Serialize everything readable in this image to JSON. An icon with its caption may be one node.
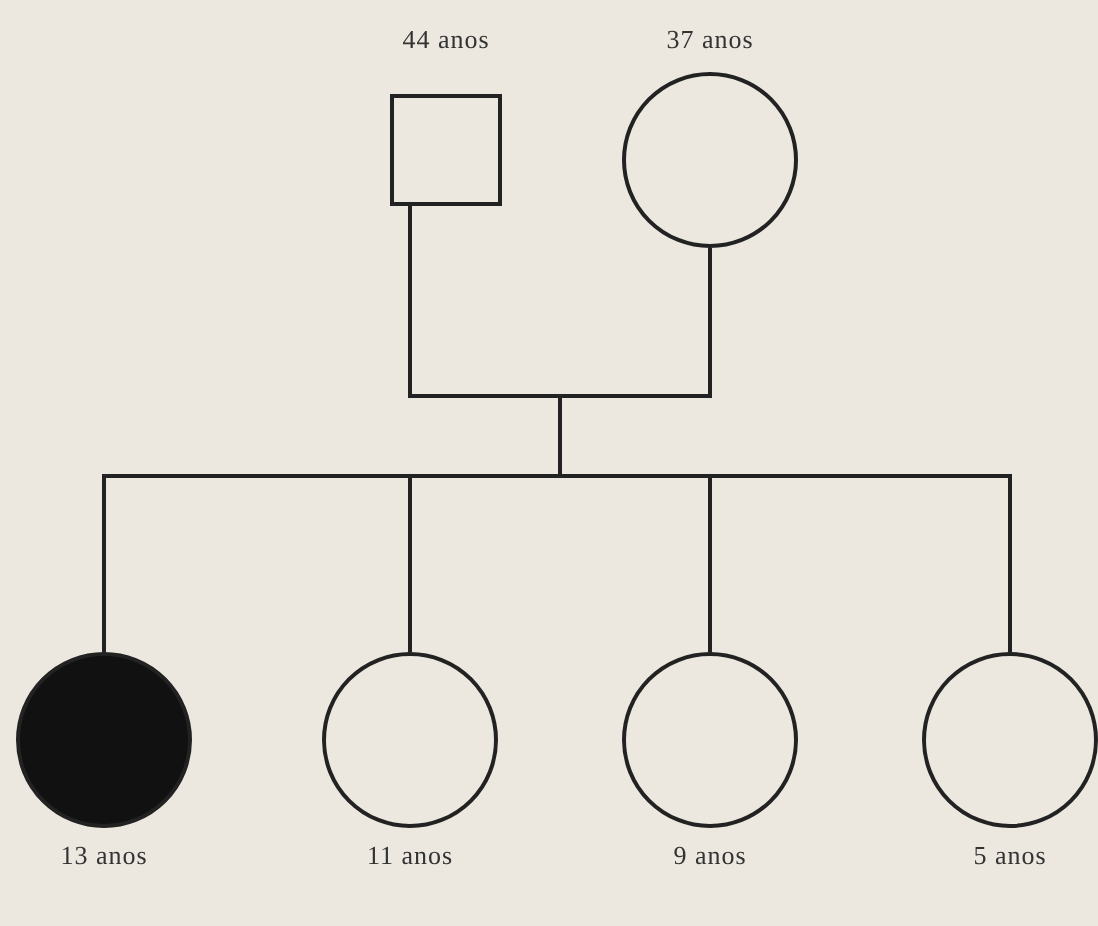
{
  "diagram": {
    "nodes": [
      {
        "text": [],
        "shape": "box",
        "beside": [
          "44 anos"
        ]
      },
      {
        "text": [],
        "shape": "circle",
        "beside": [
          "37 anos"
        ]
      },
      {
        "text": [],
        "shape": "disc",
        "beside": [
          "13 anos"
        ]
      },
      {
        "text": [],
        "shape": "circle",
        "beside": [
          "11 anos"
        ]
      },
      {
        "text": [],
        "shape": "circle",
        "beside": [
          "9 anos"
        ]
      },
      {
        "text": [],
        "shape": "circle",
        "beside": [
          "5 anos"
        ]
      }
    ],
    "edges": [
      {
        "from": 0,
        "to": 2,
        "arrow": "none"
      },
      {
        "from": 0,
        "to": 3,
        "arrow": "none"
      },
      {
        "from": 0,
        "to": 4,
        "arrow": "none"
      },
      {
        "from": 0,
        "to": 5,
        "arrow": "none"
      },
      {
        "from": 1,
        "to": 2,
        "arrow": "none"
      },
      {
        "from": 1,
        "to": 3,
        "arrow": "none"
      },
      {
        "from": 1,
        "to": 4,
        "arrow": "none"
      },
      {
        "from": 1,
        "to": 5,
        "arrow": "none"
      }
    ]
  }
}
